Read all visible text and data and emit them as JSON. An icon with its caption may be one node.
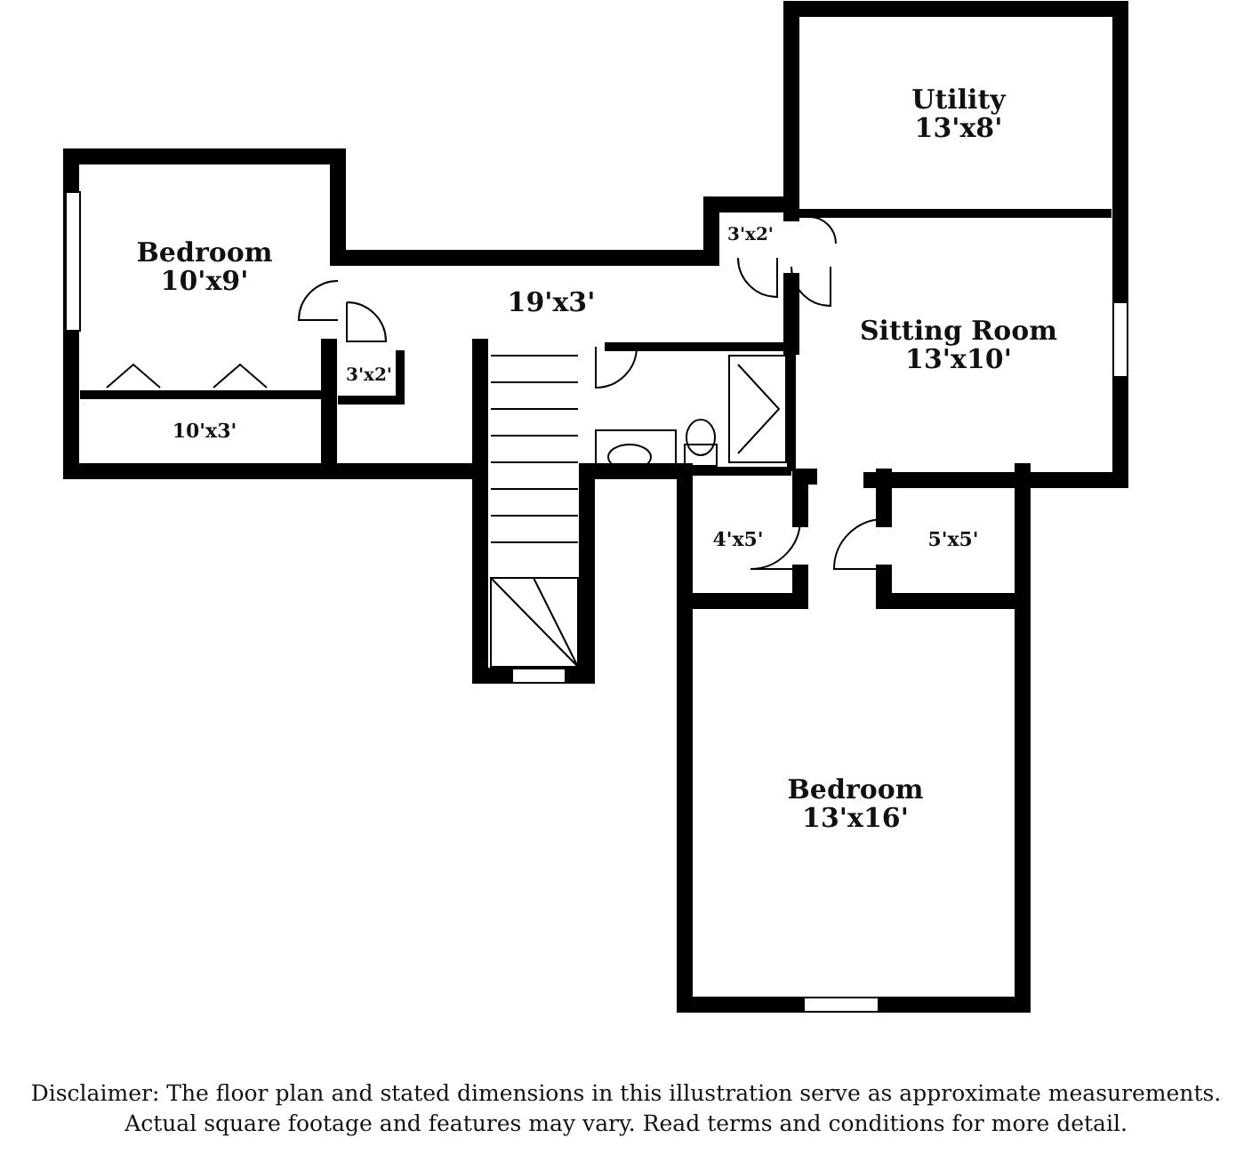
{
  "diagram": {
    "nodes": [
      {
        "text": [
          "Bedroom",
          "10'x9'"
        ]
      },
      {
        "text": [
          "10'x3'"
        ]
      },
      {
        "text": [
          "3'x2'"
        ]
      },
      {
        "text": [
          "19'x3'"
        ]
      },
      {
        "text": [
          "3'x2'"
        ]
      },
      {
        "text": [
          "Utility",
          "13'x8'"
        ]
      },
      {
        "text": [
          "Sitting Room",
          "13'x10'"
        ]
      },
      {
        "text": [
          "4'x5'"
        ]
      },
      {
        "text": [
          "5'x5'"
        ]
      },
      {
        "text": [
          "Bedroom",
          "13'x16'"
        ]
      }
    ],
    "labels": [
      "Disclaimer: The floor plan and stated dimensions in this illustration serve as approximate measurements. Actual square footage and features may vary. Read terms and conditions for more detail."
    ]
  }
}
